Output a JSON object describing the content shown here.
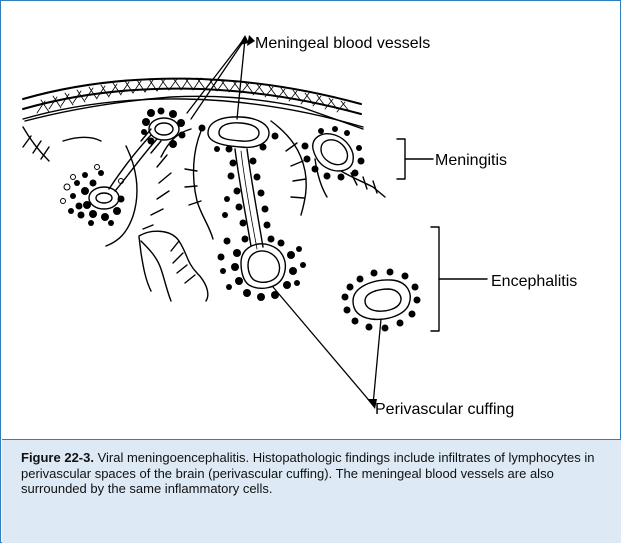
{
  "figure": {
    "labels": {
      "meningeal_blood_vessels": "Meningeal blood vessels",
      "meningitis": "Meningitis",
      "encephalitis": "Encephalitis",
      "perivascular_cuffing": "Perivascular cuffing"
    }
  },
  "caption": {
    "figure_number": "Figure 22-3.",
    "text": " Viral meningoencephalitis. Histopathologic findings include infiltrates of lymphocytes in perivascular spaces of the brain (perivascular cuffing). The meningeal blood vessels are also surrounded by the same inflammatory cells."
  }
}
